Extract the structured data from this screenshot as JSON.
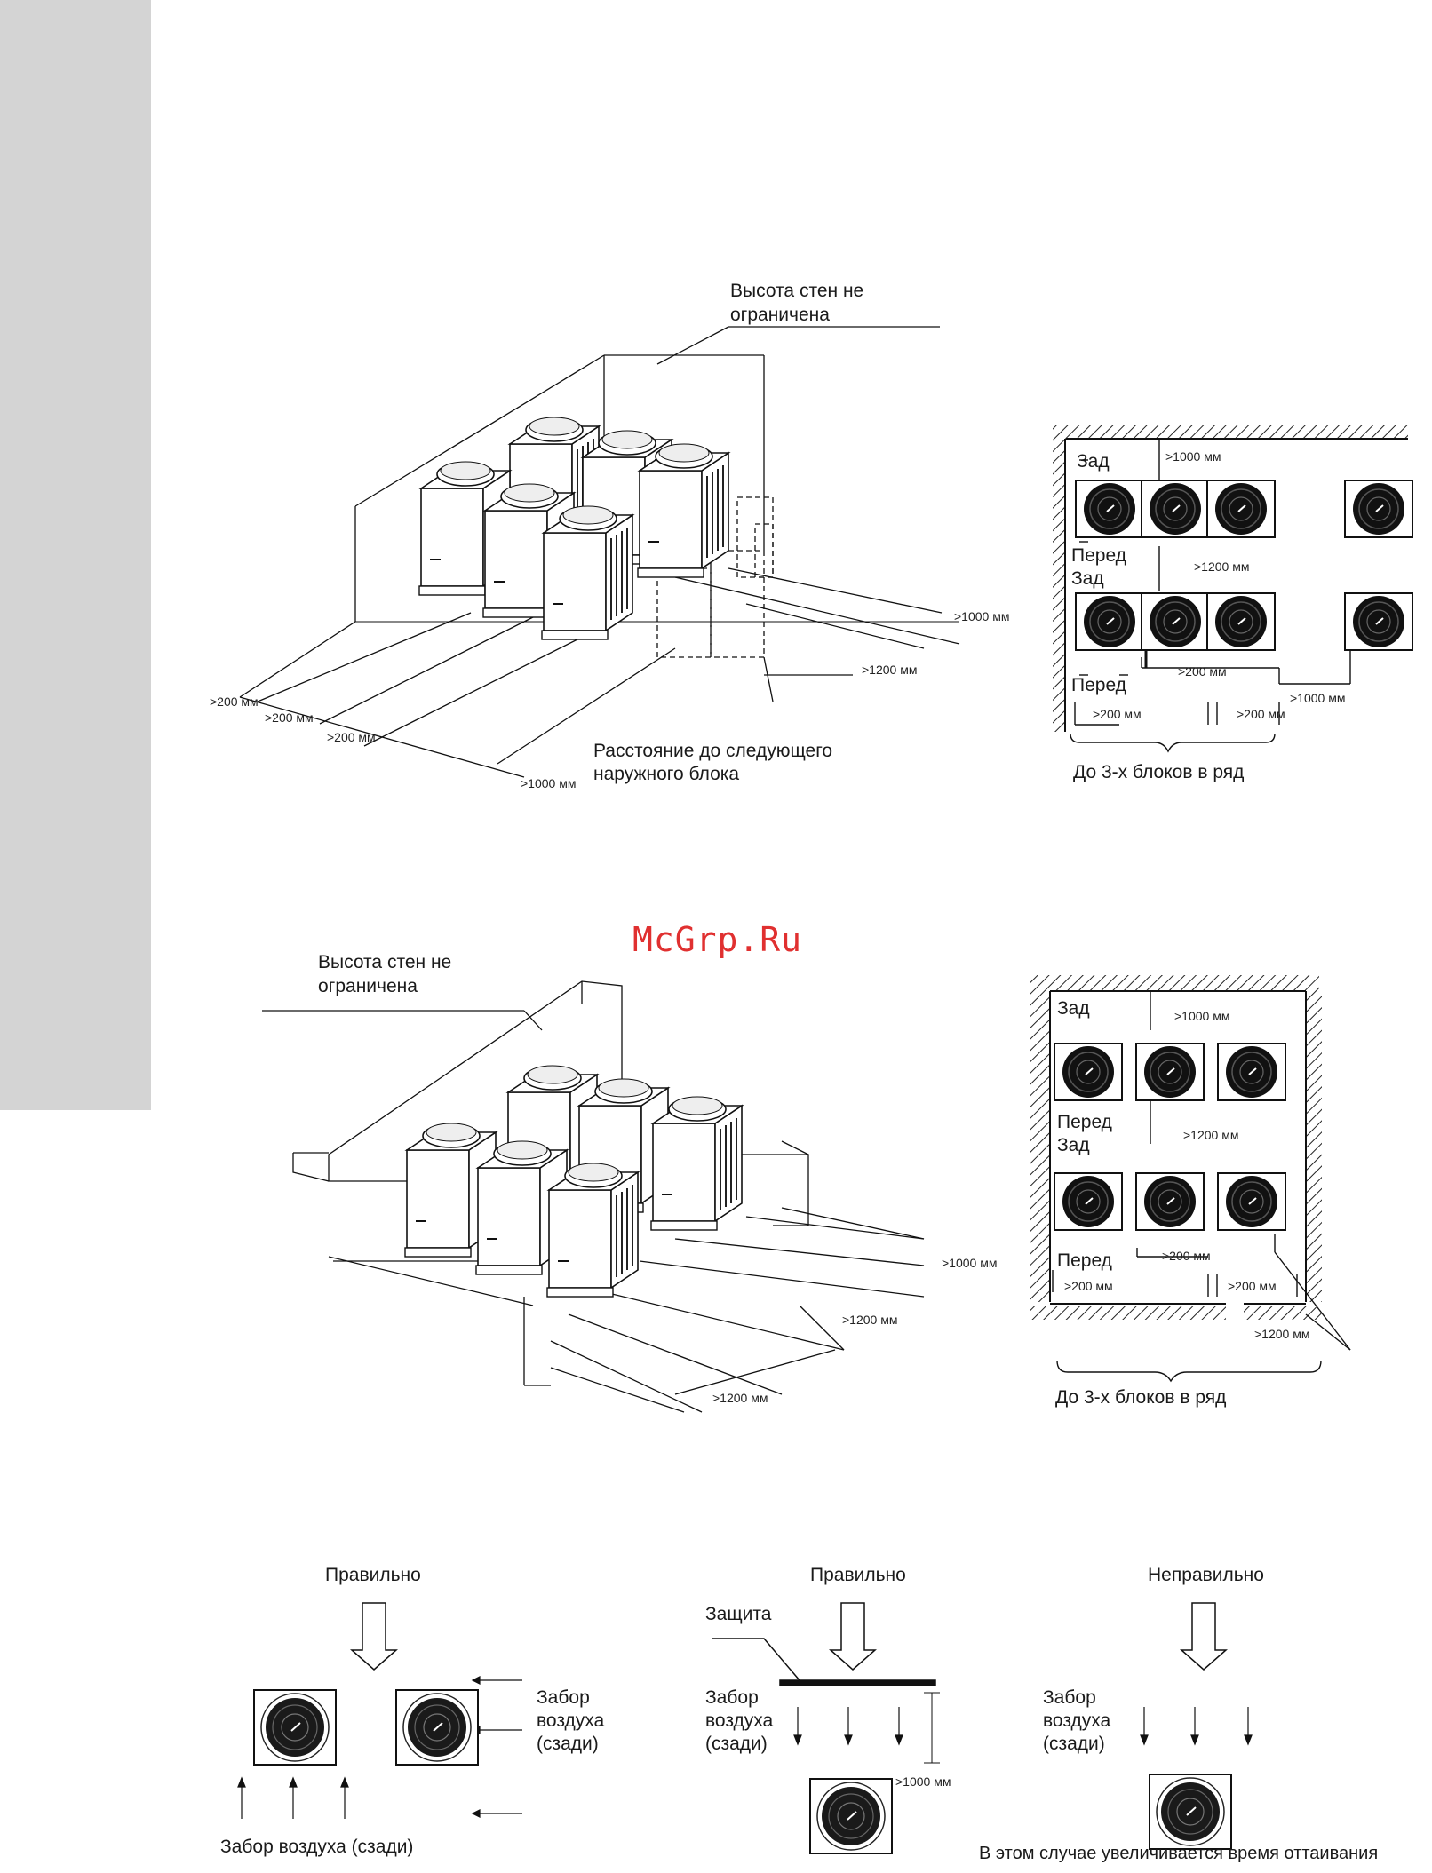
{
  "colors": {
    "sidebar": "#d4d4d4",
    "ink": "#1a1a1a",
    "watermark": "#e03030"
  },
  "watermark": "McGrp.Ru",
  "diagram1": {
    "wall_note": [
      "Высота стен не",
      "ограничена"
    ],
    "next_unit_note": [
      "Расстояние до следующего",
      "наружного блока"
    ],
    "dims": {
      "d200a": ">200 мм",
      "d200b": ">200 мм",
      "d200c": ">200 мм",
      "d1000": ">1000 мм",
      "d1200": ">1200 мм",
      "d1000b": ">1000 мм"
    }
  },
  "plan1": {
    "rear1": "Зад",
    "front1": "Перед",
    "rear2": "Зад",
    "front2": "Перед",
    "d1000": ">1000 мм",
    "d1200": ">1200 мм",
    "d200m": ">200 мм",
    "d200l": ">200 мм",
    "d200r": ">200 мм",
    "d1000r": ">1000 мм",
    "caption": "До 3-х блоков в ряд"
  },
  "diagram2": {
    "wall_note": [
      "Высота стен не",
      "ограничена"
    ],
    "dims": {
      "d1000": ">1000 мм",
      "d1200a": ">1200 мм",
      "d1200b": ">1200 мм"
    }
  },
  "plan2": {
    "rear1": "Зад",
    "front1": "Перед",
    "rear2": "Зад",
    "front2": "Перед",
    "d1000": ">1000 мм",
    "d1200": ">1200 мм",
    "d200m": ">200 мм",
    "d200l": ">200 мм",
    "d200r": ">200 мм",
    "d1200b": ">1200 мм",
    "caption": "До 3-х блоков в ряд"
  },
  "airflow": {
    "a": {
      "verdict": "Правильно",
      "intake_side": [
        "Забор",
        "воздуха",
        "(сзади)"
      ],
      "intake_bottom": "Забор воздуха (сзади)"
    },
    "b": {
      "verdict": "Правильно",
      "shield": "Защита",
      "intake": [
        "Забор",
        "воздуха",
        "(сзади)"
      ],
      "dim": ">1000 мм"
    },
    "c": {
      "verdict": "Неправильно",
      "intake": [
        "Забор",
        "воздуха",
        "(сзади)"
      ],
      "note": "В этом случае увеличивается время оттаивания"
    }
  }
}
